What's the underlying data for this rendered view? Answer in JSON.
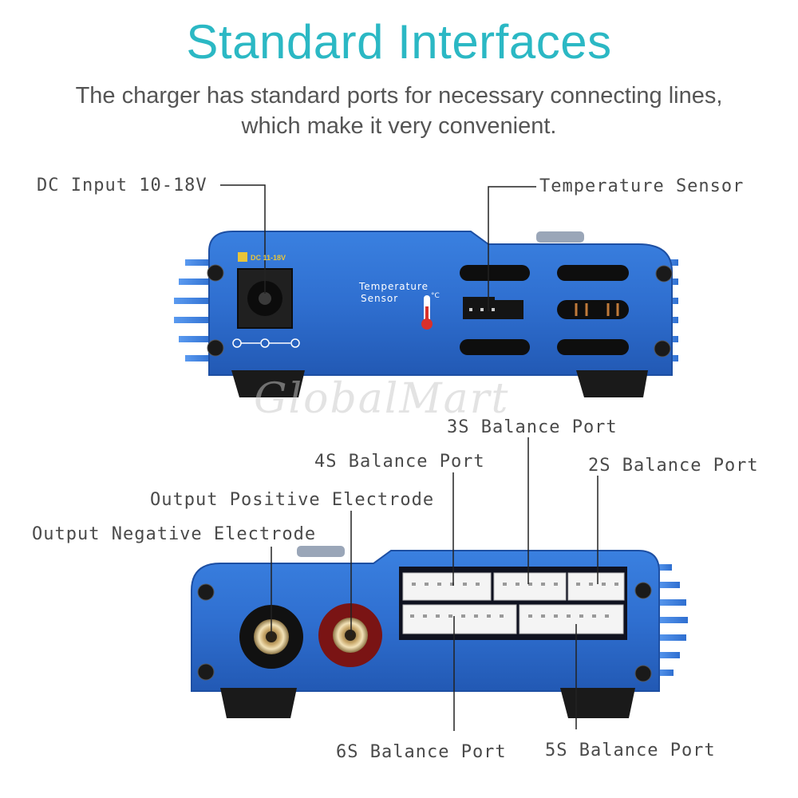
{
  "header": {
    "title": "Standard Interfaces",
    "subtitle_line1": "The charger has standard ports for necessary connecting lines,",
    "subtitle_line2": "which make it very convenient."
  },
  "top_view": {
    "dc_input_label": "DC Input 10-18V",
    "temperature_sensor_label": "Temperature Sensor",
    "panel_dc_text": "DC 11-18V",
    "panel_sensor_text_line1": "Temperature",
    "panel_sensor_text_line2": "Sensor",
    "panel_celsius": "°C"
  },
  "bottom_view": {
    "balance_3s_label": "3S Balance Port",
    "balance_4s_label": "4S Balance Port",
    "balance_2s_label": "2S Balance Port",
    "output_positive_label": "Output Positive Electrode",
    "output_negative_label": "Output Negative Electrode",
    "balance_6s_label": "6S Balance Port",
    "balance_5s_label": "5S Balance Port"
  },
  "watermark": "GlobalMart",
  "colors": {
    "title": "#2bb8c4",
    "body_blue": "#2f6fd0",
    "body_dark": "#1d4fa3",
    "text": "#4a4a4a"
  }
}
